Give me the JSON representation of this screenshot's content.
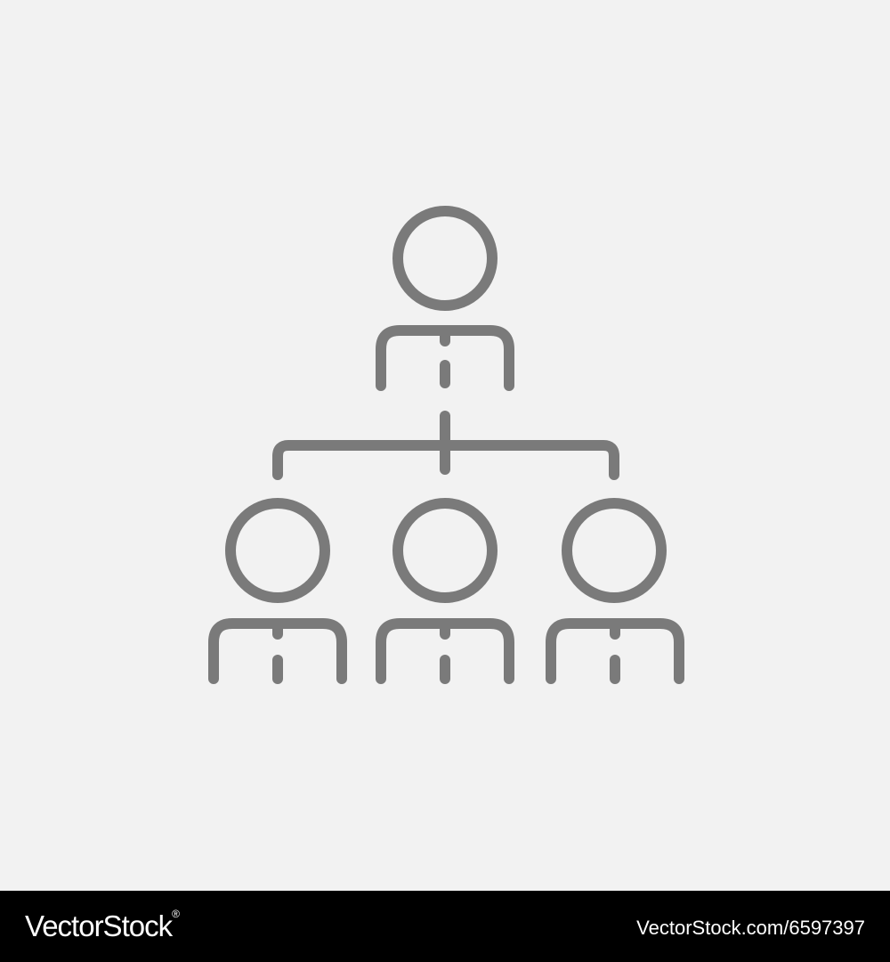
{
  "illustration": {
    "icon": "hierarchy-org-chart-icon",
    "background_color": "#f2f2f2",
    "line_color": "#7a7a7a",
    "people_count": 4
  },
  "footer": {
    "background_color": "#000000",
    "text_color": "#ffffff",
    "brand": "VectorStock",
    "registered_mark": "®",
    "image_id": "VectorStock.com/6597397"
  }
}
